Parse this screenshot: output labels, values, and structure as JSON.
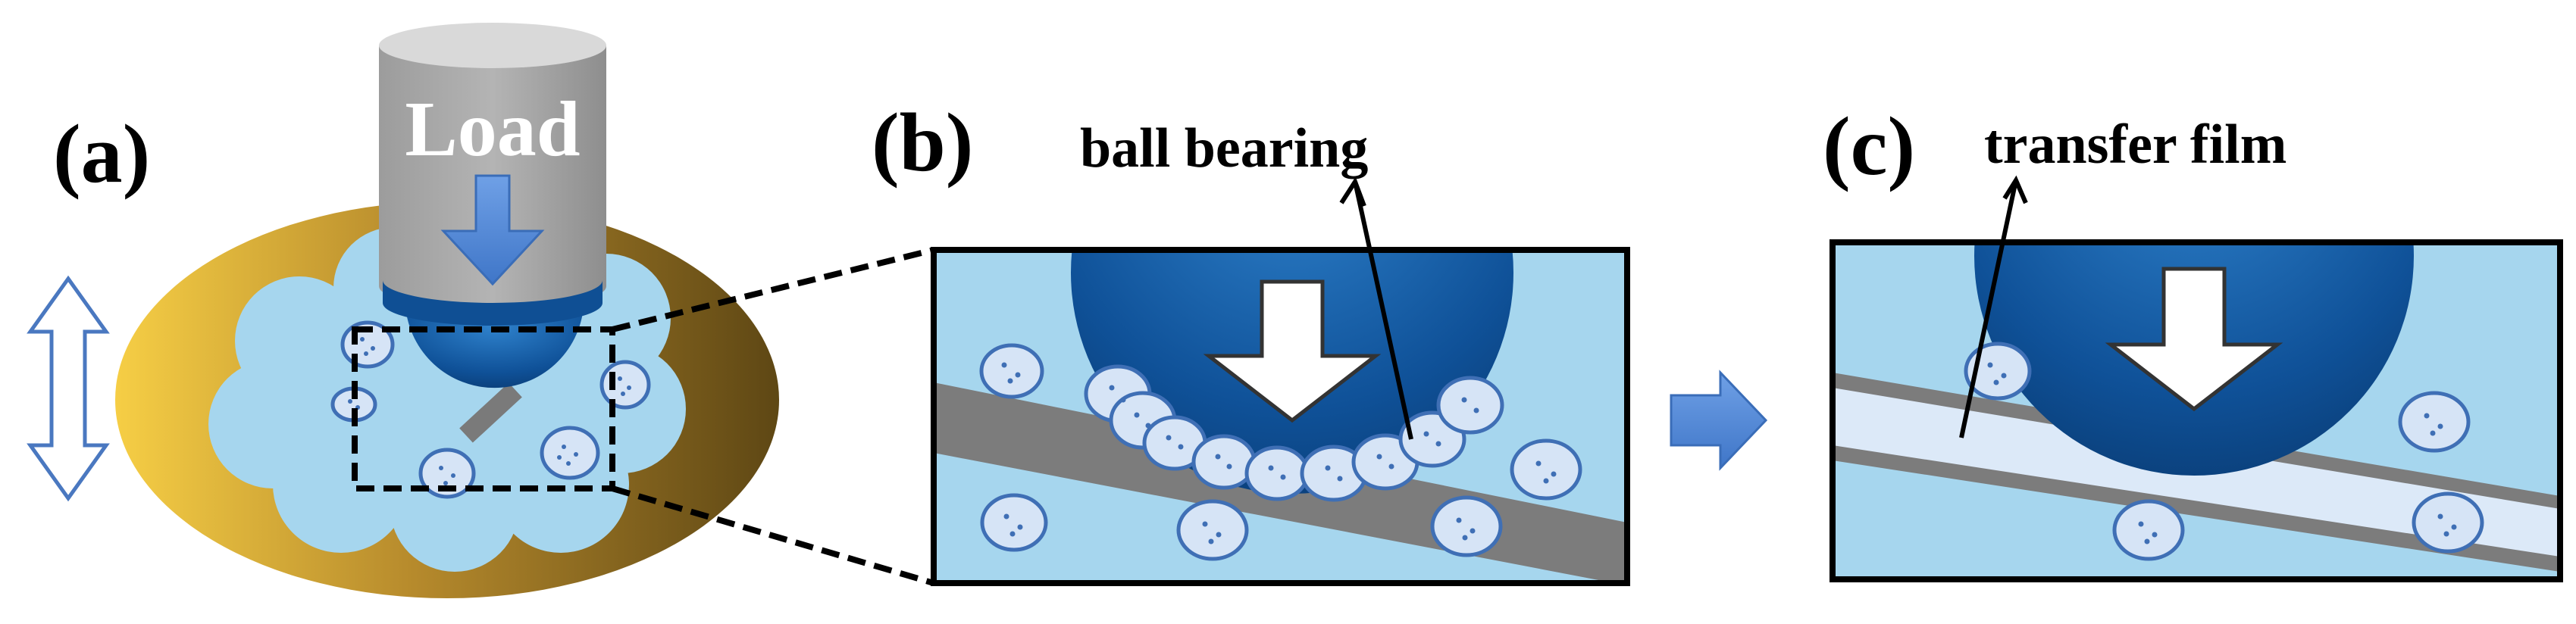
{
  "panels": [
    {
      "label": "(a)"
    },
    {
      "label": "(b)",
      "annotation": "ball bearing"
    },
    {
      "label": "(c)",
      "annotation": "transfer film"
    }
  ],
  "load_text": "Load",
  "colors": {
    "disk_light": "#F3C43C",
    "disk_dark": "#6E5418",
    "lubricant": "#A6D6EE",
    "ball_dark": "#0D4C8F",
    "ball_light": "#2C7CC4",
    "cylinder": "#A9A9A9",
    "wear_track": "#7A7A7A",
    "transfer_film": "#DCE9F8",
    "particle_fill": "#D6E4F6",
    "particle_stroke": "#3F6FB5",
    "arrow_blue": "#5B8FDC",
    "outline": "#000000"
  },
  "icons": [
    "double-headed-vertical-arrow-icon",
    "down-arrow-icon",
    "right-arrow-icon"
  ]
}
